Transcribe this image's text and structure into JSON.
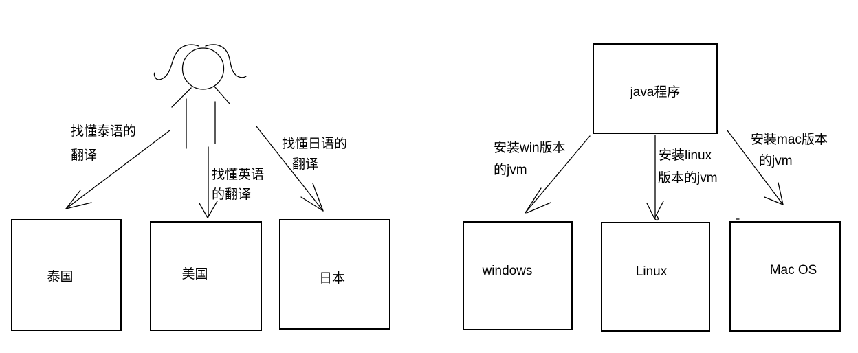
{
  "background": "#ffffff",
  "ink": "#000000",
  "left_diagram": {
    "figure": "girl-stick-figure",
    "edges": [
      {
        "label_lines": [
          "找懂泰语的",
          "翻译"
        ],
        "target": "泰国"
      },
      {
        "label_lines": [
          "找懂英语",
          "的翻译"
        ],
        "target": "美国"
      },
      {
        "label_lines": [
          "找懂日语的",
          "翻译"
        ],
        "target": "日本"
      }
    ],
    "boxes": [
      {
        "label": "泰国"
      },
      {
        "label": "美国"
      },
      {
        "label": "日本"
      }
    ]
  },
  "right_diagram": {
    "root_box": {
      "label": "java程序"
    },
    "edges": [
      {
        "label_lines": [
          "安装win版本",
          "的jvm"
        ],
        "target": "windows"
      },
      {
        "label_lines": [
          "安装linux",
          "版本的jvm"
        ],
        "target": "Linux"
      },
      {
        "label_lines": [
          "安装mac版本",
          "的jvm"
        ],
        "target": "Mac OS"
      }
    ],
    "boxes": [
      {
        "label": "windows"
      },
      {
        "label": "Linux"
      },
      {
        "label": "Mac OS"
      }
    ]
  }
}
